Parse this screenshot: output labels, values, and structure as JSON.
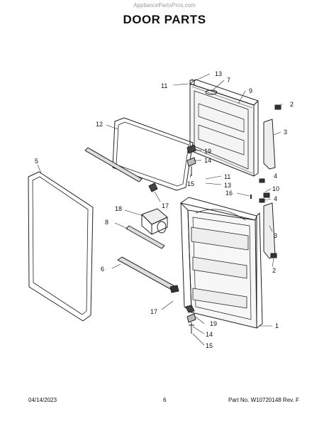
{
  "watermark": "AppliancePartsPros.com",
  "title": "DOOR PARTS",
  "callouts": {
    "c13a": "13",
    "c11a": "11",
    "c7": "7",
    "c9": "9",
    "c2a": "2",
    "c3a": "3",
    "c12": "12",
    "c19a": "19",
    "c14a": "14",
    "c11b": "11",
    "c13b": "13",
    "c15a": "15",
    "c16": "16",
    "c10": "10",
    "c4a": "4",
    "c4b": "4",
    "c5": "5",
    "c17a": "17",
    "c18": "18",
    "c8": "8",
    "c3b": "3",
    "c2b": "2",
    "c6": "6",
    "c17b": "17",
    "c19b": "19",
    "c14b": "14",
    "c15b": "15",
    "c1": "1"
  },
  "footer": {
    "date": "04/14/2023",
    "page": "6",
    "part_no": "Part No.  W10720148  Rev.  F"
  }
}
